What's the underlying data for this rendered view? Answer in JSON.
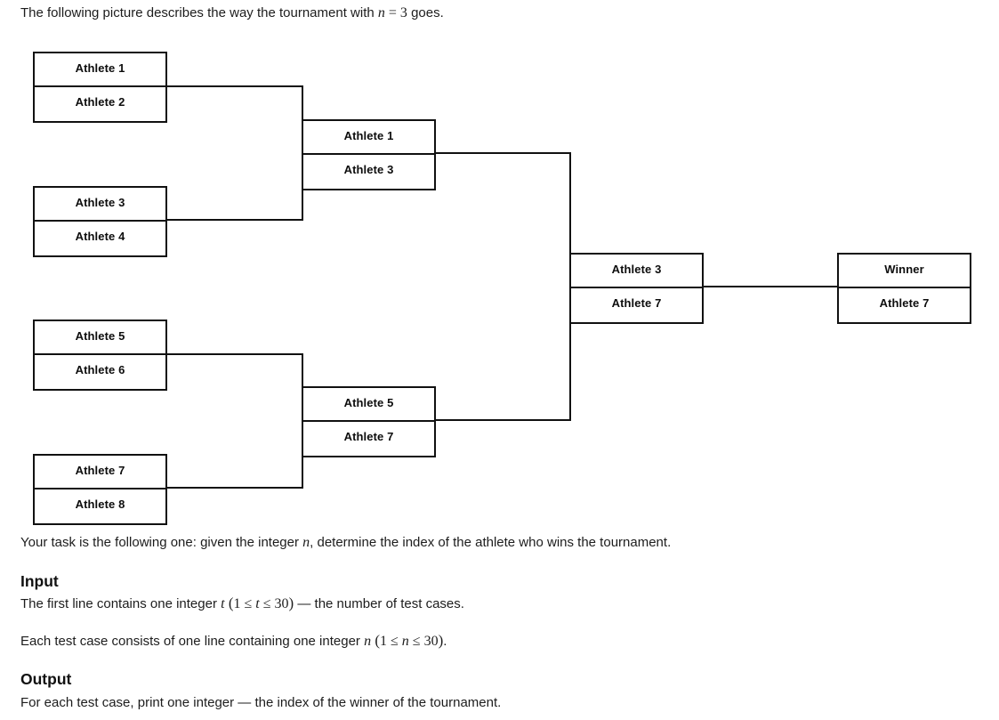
{
  "intro": {
    "before": "The following picture describes the way the tournament with ",
    "var_n": "n",
    "eq": "=",
    "value": "3",
    "after": " goes."
  },
  "bracket": {
    "round1": [
      {
        "top": "Athlete 1",
        "bottom": "Athlete 2"
      },
      {
        "top": "Athlete 3",
        "bottom": "Athlete 4"
      },
      {
        "top": "Athlete 5",
        "bottom": "Athlete 6"
      },
      {
        "top": "Athlete 7",
        "bottom": "Athlete 8"
      }
    ],
    "round2": [
      {
        "top": "Athlete 1",
        "bottom": "Athlete 3"
      },
      {
        "top": "Athlete 5",
        "bottom": "Athlete 7"
      }
    ],
    "round3": [
      {
        "top": "Athlete 3",
        "bottom": "Athlete 7"
      }
    ],
    "final": [
      {
        "top": "Winner",
        "bottom": "Athlete 7"
      }
    ]
  },
  "task": {
    "part1": "Your task is the following one: given the integer ",
    "var_n": "n",
    "part2": ", determine the index of the athlete who wins the tournament."
  },
  "input": {
    "heading": "Input",
    "line1_a": "The first line contains one integer ",
    "line1_var": "t",
    "line1_paren_open": "(",
    "line1_lo": "1",
    "line1_le1": "≤",
    "line1_var2": "t",
    "line1_le2": "≤",
    "line1_hi": "30",
    "line1_paren_close": ")",
    "line1_b": " — the number of test cases.",
    "line2_a": "Each test case consists of one line containing one integer ",
    "line2_var": "n",
    "line2_paren_open": "(",
    "line2_lo": "1",
    "line2_le1": "≤",
    "line2_var2": "n",
    "line2_le2": "≤",
    "line2_hi": "30",
    "line2_paren_close": ")",
    "line2_b": "."
  },
  "output": {
    "heading": "Output",
    "line1": "For each test case, print one integer — the index of the winner of the tournament."
  }
}
